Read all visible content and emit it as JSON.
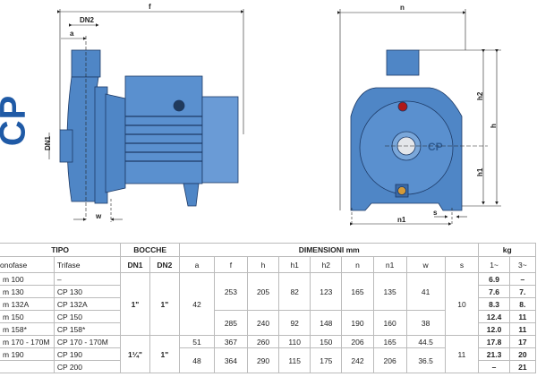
{
  "logo": "CP",
  "drawing_labels": {
    "f": "f",
    "dn2": "DN2",
    "a": "a",
    "dn1": "DN1",
    "w": "w",
    "n": "n",
    "h": "h",
    "h1": "h1",
    "h2": "h2",
    "n1": "n1",
    "s": "s",
    "pump_mark": "CP"
  },
  "table": {
    "group_headers": {
      "tipo": "TIPO",
      "bocche": "BOCCHE",
      "dimensioni": "DIMENSIONI mm",
      "kg": "kg"
    },
    "headers": {
      "mono": "onofase",
      "tri": "Trifase",
      "dn1": "DN1",
      "dn2": "DN2",
      "a": "a",
      "f": "f",
      "h": "h",
      "h1": "h1",
      "h2": "h2",
      "n": "n",
      "n1": "n1",
      "w": "w",
      "s": "s",
      "kg1": "1~",
      "kg3": "3~"
    },
    "rows": [
      {
        "mono": "m 100",
        "tri": "–",
        "kg1": "6.9",
        "kg3": "–"
      },
      {
        "mono": "m 130",
        "tri": "CP 130",
        "kg1": "7.6",
        "kg3": "7."
      },
      {
        "mono": "m 132A",
        "tri": "CP 132A",
        "kg1": "8.3",
        "kg3": "8."
      },
      {
        "mono": "m 150",
        "tri": "CP 150",
        "kg1": "12.4",
        "kg3": "11"
      },
      {
        "mono": "m 158*",
        "tri": "CP 158*",
        "kg1": "12.0",
        "kg3": "11"
      },
      {
        "mono": "m 170 - 170M",
        "tri": "CP 170 - 170M",
        "kg1": "17.8",
        "kg3": "17"
      },
      {
        "mono": "m 190",
        "tri": "CP 190",
        "kg1": "21.3",
        "kg3": "20"
      },
      {
        "mono": "",
        "tri": "CP 200",
        "kg1": "–",
        "kg3": "21"
      }
    ],
    "dn": [
      {
        "dn1": "1\"",
        "dn2": "1\""
      },
      {
        "dn1": "1¼\"",
        "dn2": "1\""
      }
    ],
    "a": [
      "42",
      "51",
      "48"
    ],
    "s": [
      "10",
      "11"
    ],
    "dims": [
      {
        "f": "253",
        "h": "205",
        "h1": "82",
        "h2": "123",
        "n": "165",
        "n1": "135",
        "w": "41"
      },
      {
        "f": "285",
        "h": "240",
        "h1": "92",
        "h2": "148",
        "n": "190",
        "n1": "160",
        "w": "38"
      },
      {
        "f": "367",
        "h": "260",
        "h1": "110",
        "h2": "150",
        "n": "206",
        "n1": "165",
        "w": "44.5"
      },
      {
        "f": "364",
        "h": "290",
        "h1": "115",
        "h2": "175",
        "n": "242",
        "n1": "206",
        "w": "36.5"
      }
    ]
  }
}
